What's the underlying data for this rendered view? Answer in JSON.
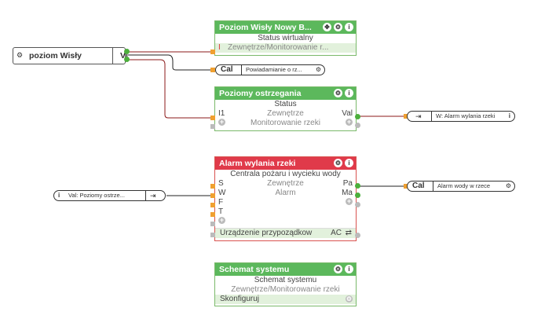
{
  "input_block": {
    "gear_icon": "gear-icon",
    "label": "poziom Wisły",
    "tag": "VI"
  },
  "status_block": {
    "title": "Poziom Wisły Nowy B...",
    "subtitle": "Status wirtualny",
    "pin_label": "I",
    "info_line": "Zewnętrze/Monitorowanie r..."
  },
  "notify_block": {
    "tag": "Cal",
    "label": "Powiadamianie o rz..."
  },
  "levels_block": {
    "title": "Poziomy ostrzegania",
    "subtitle": "Status",
    "pin_in": "I1",
    "location": "Zewnętrze",
    "pin_out": "Val",
    "category": "Monitorowanie rzeki"
  },
  "alarm_ref_out": {
    "label": "W: Alarm wylania rzeki"
  },
  "alarm_block": {
    "title": "Alarm wylania rzeki",
    "subtitle": "Centrala pożaru i wycieku wody",
    "inputs": [
      "S",
      "W",
      "F",
      "T"
    ],
    "location": "Zewnętrze",
    "category": "Alarm",
    "outputs": [
      "Pa",
      "Ma"
    ],
    "footer": "Urządzenie przypoządkow",
    "footer_tag": "AC"
  },
  "val_ref_in": {
    "label": "Val: Poziomy ostrze..."
  },
  "alarm_water_ref": {
    "tag": "Cal",
    "label": "Alarm wody w rzece"
  },
  "schema_block": {
    "title": "Schemat systemu",
    "subtitle": "Schemat systemu",
    "info_line": "Zewnętrze/Monitorowanie rzeki",
    "action": "Skonfiguruj"
  },
  "colors": {
    "block_green": "#5cb85c",
    "block_red": "#e03a4a",
    "wire_red": "#8b1a1a",
    "pin_orange": "#f0a030"
  }
}
